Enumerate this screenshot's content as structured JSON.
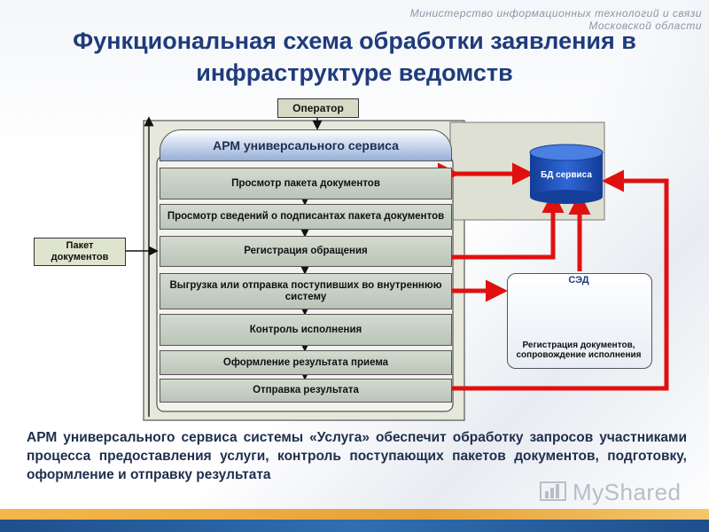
{
  "header": {
    "ministry_line1": "Министерство информационных технологий и связи",
    "ministry_line2": "Московской области",
    "title_line1": "Функциональная схема обработки заявления в",
    "title_line2": "инфраструктуре ведомств"
  },
  "diagram": {
    "operator": "Оператор",
    "packet_l1": "Пакет",
    "packet_l2": "документов",
    "arm_title": "АРМ универсального сервиса",
    "steps": [
      "Просмотр пакета документов",
      "Просмотр сведений о подписантах пакета документов",
      "Регистрация обращения",
      "Выгрузка или отправка поступивших во внутреннюю систему",
      "Контроль исполнения",
      "Оформление результата приема",
      "Отправка результата"
    ],
    "db_label": "БД сервиса",
    "sed_title": "СЭД",
    "sed_caption_l1": "Регистрация документов,",
    "sed_caption_l2": "сопровождение исполнения"
  },
  "description": "АРМ универсального сервиса системы «Услуга» обеспечит обработку запросов участниками процесса предоставления услуги, контроль поступающих пакетов документов, подготовку, оформление и отправку результата",
  "watermark": "MyShared",
  "colors": {
    "title": "#1f3c7a",
    "arrow_red": "#e01010",
    "db_blue": "#1f4fb8",
    "step_fill": "#c6cfc2",
    "footer_orange": "#f5b74a",
    "footer_blue": "#1f4f8c"
  }
}
